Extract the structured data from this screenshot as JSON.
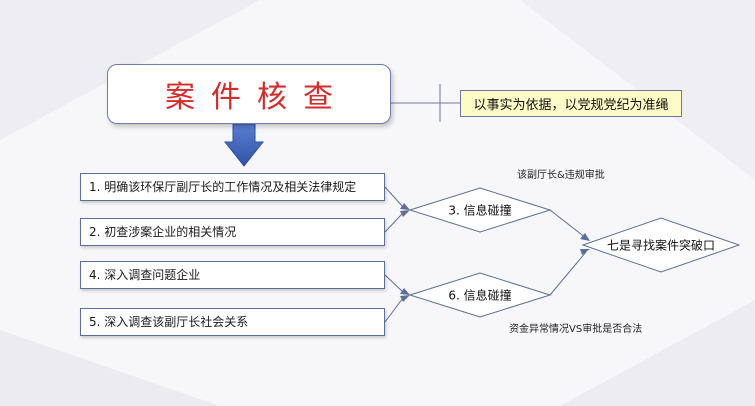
{
  "title": "案件核查",
  "note": "以事实为依据，以党规党纪为准绳",
  "steps": [
    "1. 明确该环保厅副厅长的工作情况及相关法律规定",
    "2. 初查涉案企业的相关情况",
    "4. 深入调查问题企业",
    "5. 深入调查该副厅长社会关系"
  ],
  "decisions": [
    "3. 信息碰撞",
    "6. 信息碰撞"
  ],
  "result": "七是寻找案件突破口",
  "annotations": {
    "top": "该副厅长&违规审批",
    "bottom": "资金异常情况VS审批是否合法"
  },
  "colors": {
    "title_red": "#d62b2b",
    "note_yellow": "#fdfcc6",
    "arrow_blue": "#3b62b8",
    "border_blue": "#5b6f98"
  }
}
